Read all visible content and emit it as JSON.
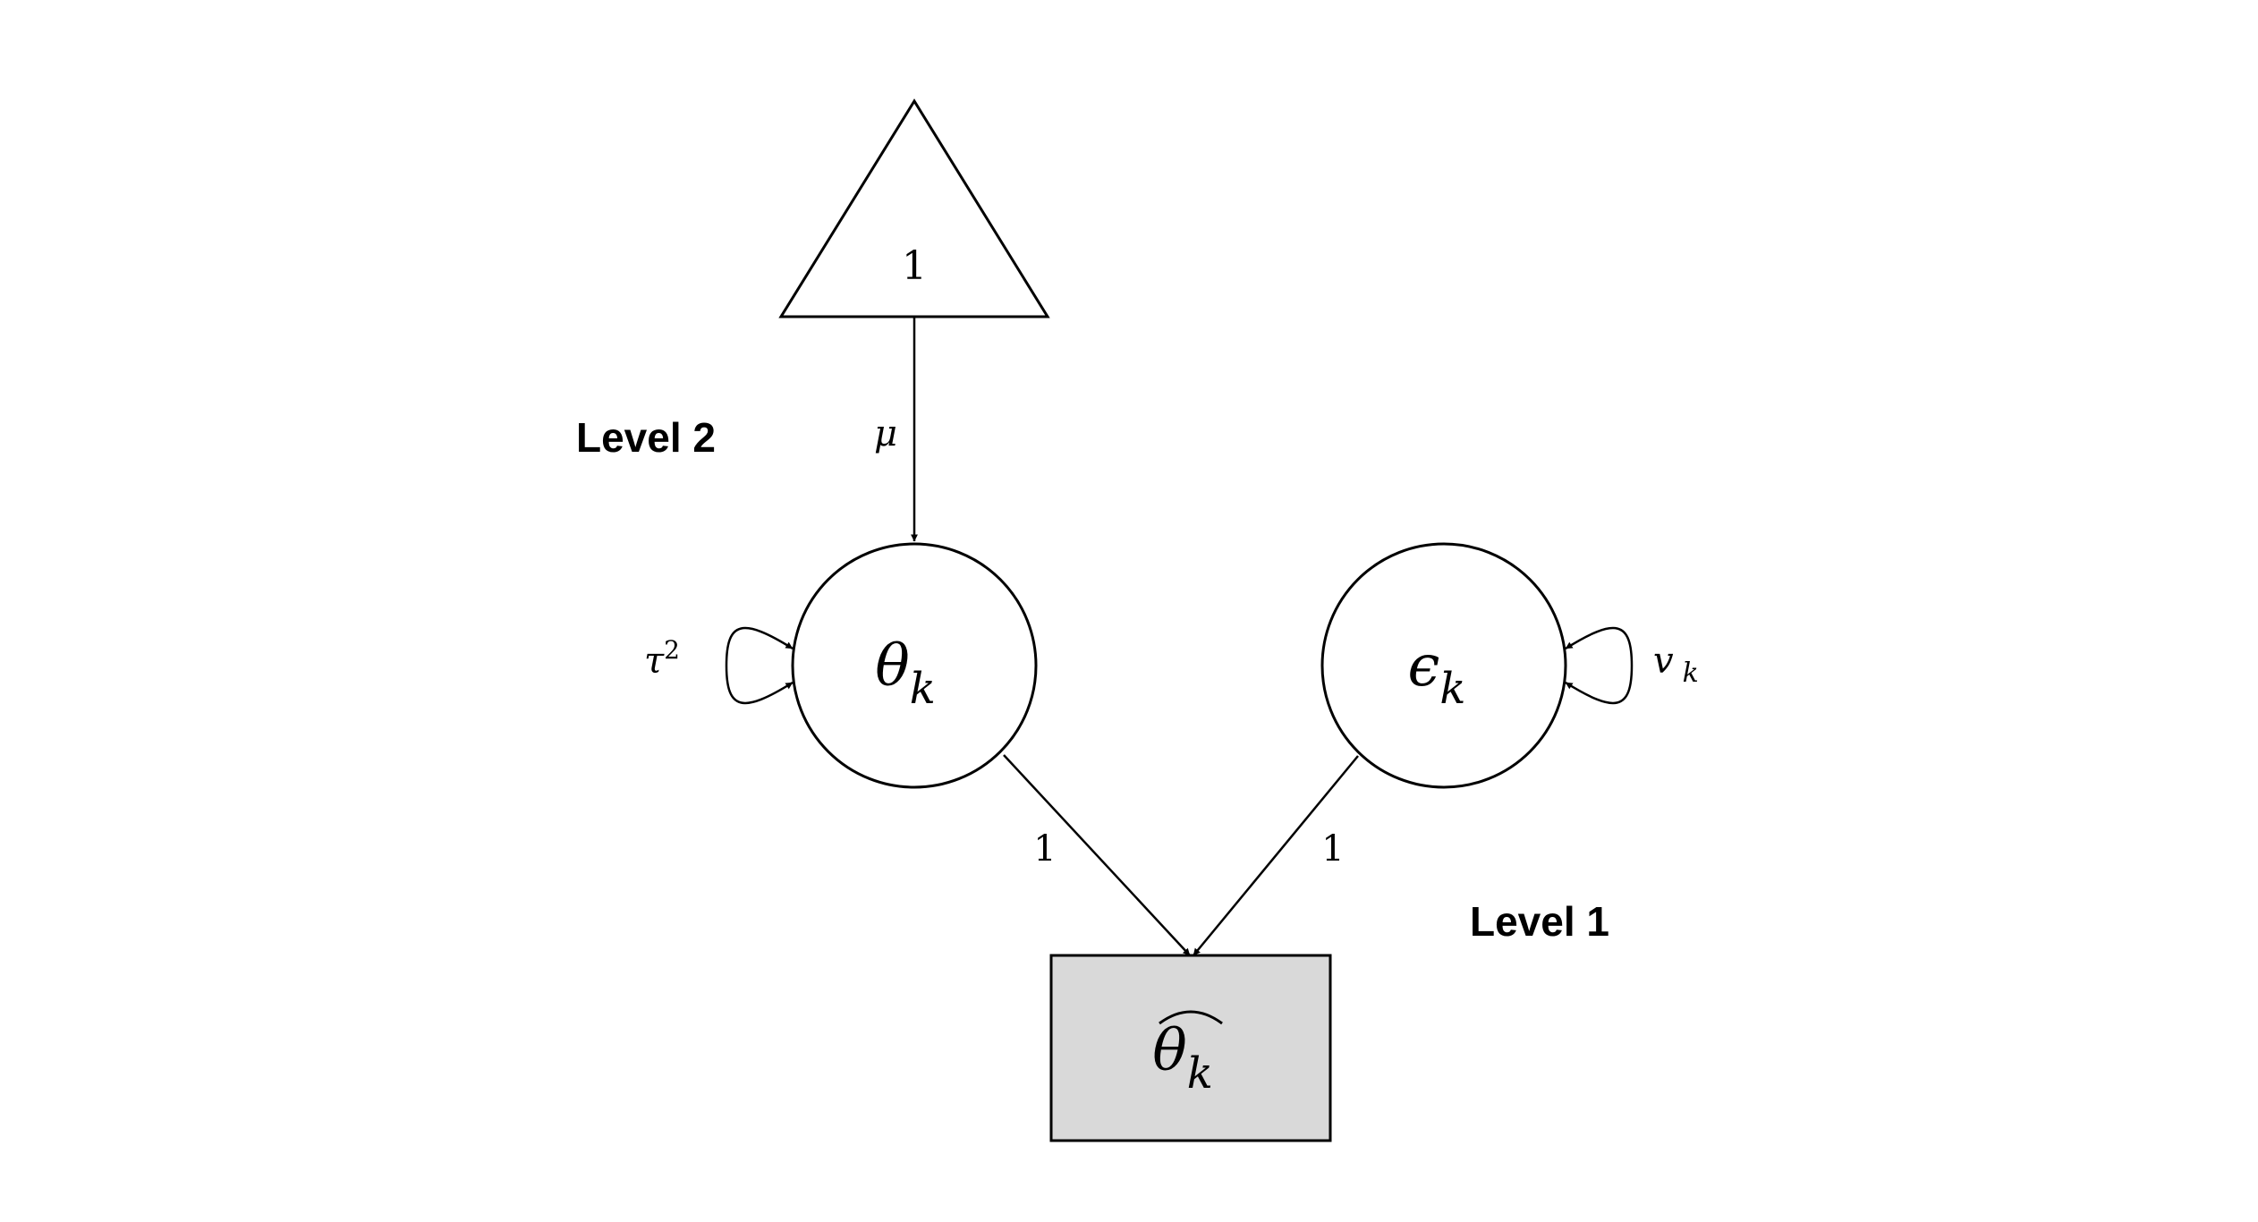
{
  "constant_node": {
    "label": "1"
  },
  "latent_true": {
    "symbol": "θ",
    "subscript": "k"
  },
  "latent_error": {
    "symbol": "ϵ",
    "subscript": "k"
  },
  "observed": {
    "symbol": "θ",
    "subscript": "k"
  },
  "paths": {
    "mean_label": "μ",
    "true_to_observed": "1",
    "error_to_observed": "1"
  },
  "variances": {
    "true_var_symbol": "τ",
    "true_var_power": "2",
    "error_var_symbol": "v",
    "error_var_subscript": "k"
  },
  "levels": {
    "level2": "Level 2",
    "level1": "Level 1"
  },
  "colors": {
    "observed_fill": "#d9d9d9",
    "stroke": "#000000"
  }
}
